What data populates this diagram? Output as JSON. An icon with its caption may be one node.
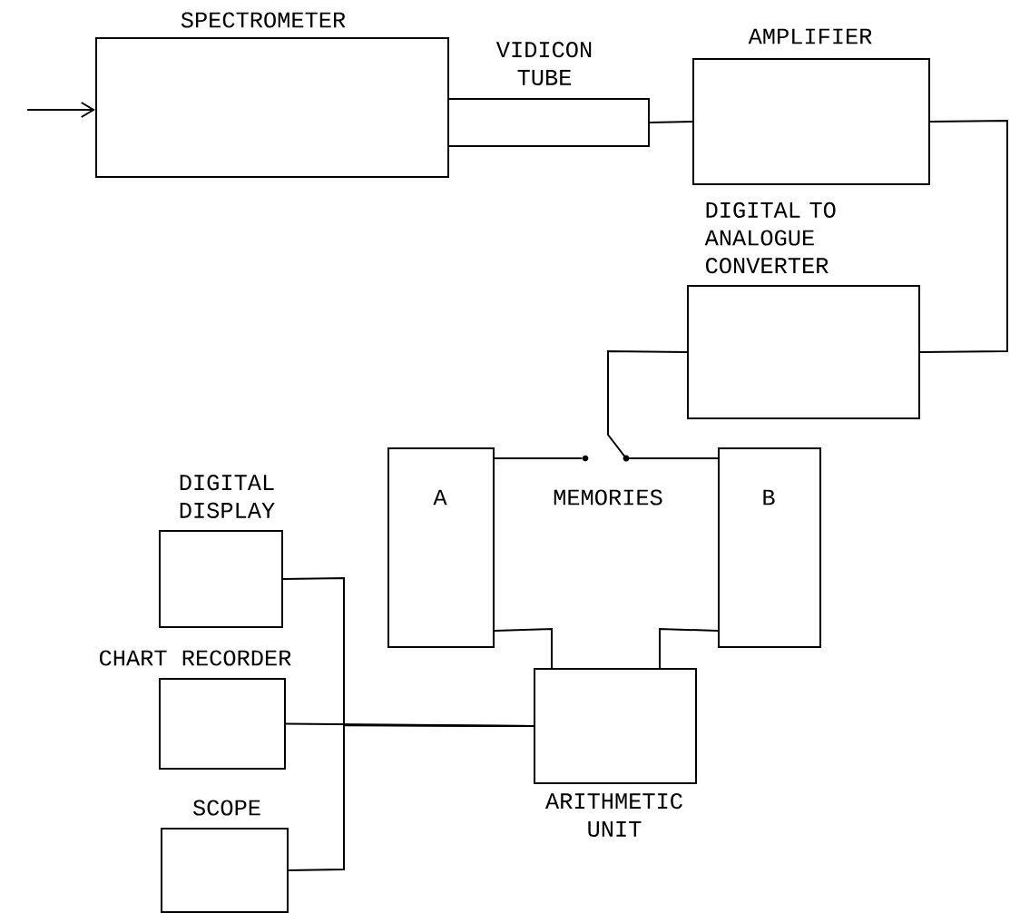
{
  "diagram": {
    "nodes": [
      {
        "text": [
          "SPECTROMETER"
        ]
      },
      {
        "text": [
          "VIDICON TUBE"
        ]
      },
      {
        "text": [
          "AMPLIFIER"
        ]
      },
      {
        "text": [
          "DIGITAL TO ANALOGUE CONVERTER"
        ]
      },
      {
        "text": [
          "A"
        ]
      },
      {
        "text": [
          "B"
        ]
      },
      {
        "text": [
          "DIGITAL DISPLAY"
        ]
      },
      {
        "text": [
          "CHART RECORDER"
        ]
      },
      {
        "text": [
          "SCOPE"
        ]
      },
      {
        "text": [
          "ARITHMETIC UNIT"
        ]
      },
      {
        "text": [],
        "shape": "circle"
      }
    ],
    "edges": [
      {
        "from": null,
        "to": 0,
        "arrow": "to"
      },
      {
        "from": 1,
        "to": 2,
        "arrow": "none"
      },
      {
        "from": 2,
        "to": 3,
        "arrow": "none"
      },
      {
        "from": 3,
        "to": 5,
        "arrow": "none"
      },
      {
        "from": 4,
        "to": 10,
        "arrow": "none"
      },
      {
        "from": 4,
        "to": 9,
        "arrow": "none"
      },
      {
        "from": 5,
        "to": 9,
        "arrow": "none"
      },
      {
        "from": 9,
        "to": 6,
        "arrow": "none"
      },
      {
        "from": 9,
        "to": 7,
        "arrow": "none"
      },
      {
        "from": 9,
        "to": 8,
        "arrow": "none"
      }
    ],
    "labels": [
      "MEMORIES"
    ]
  }
}
